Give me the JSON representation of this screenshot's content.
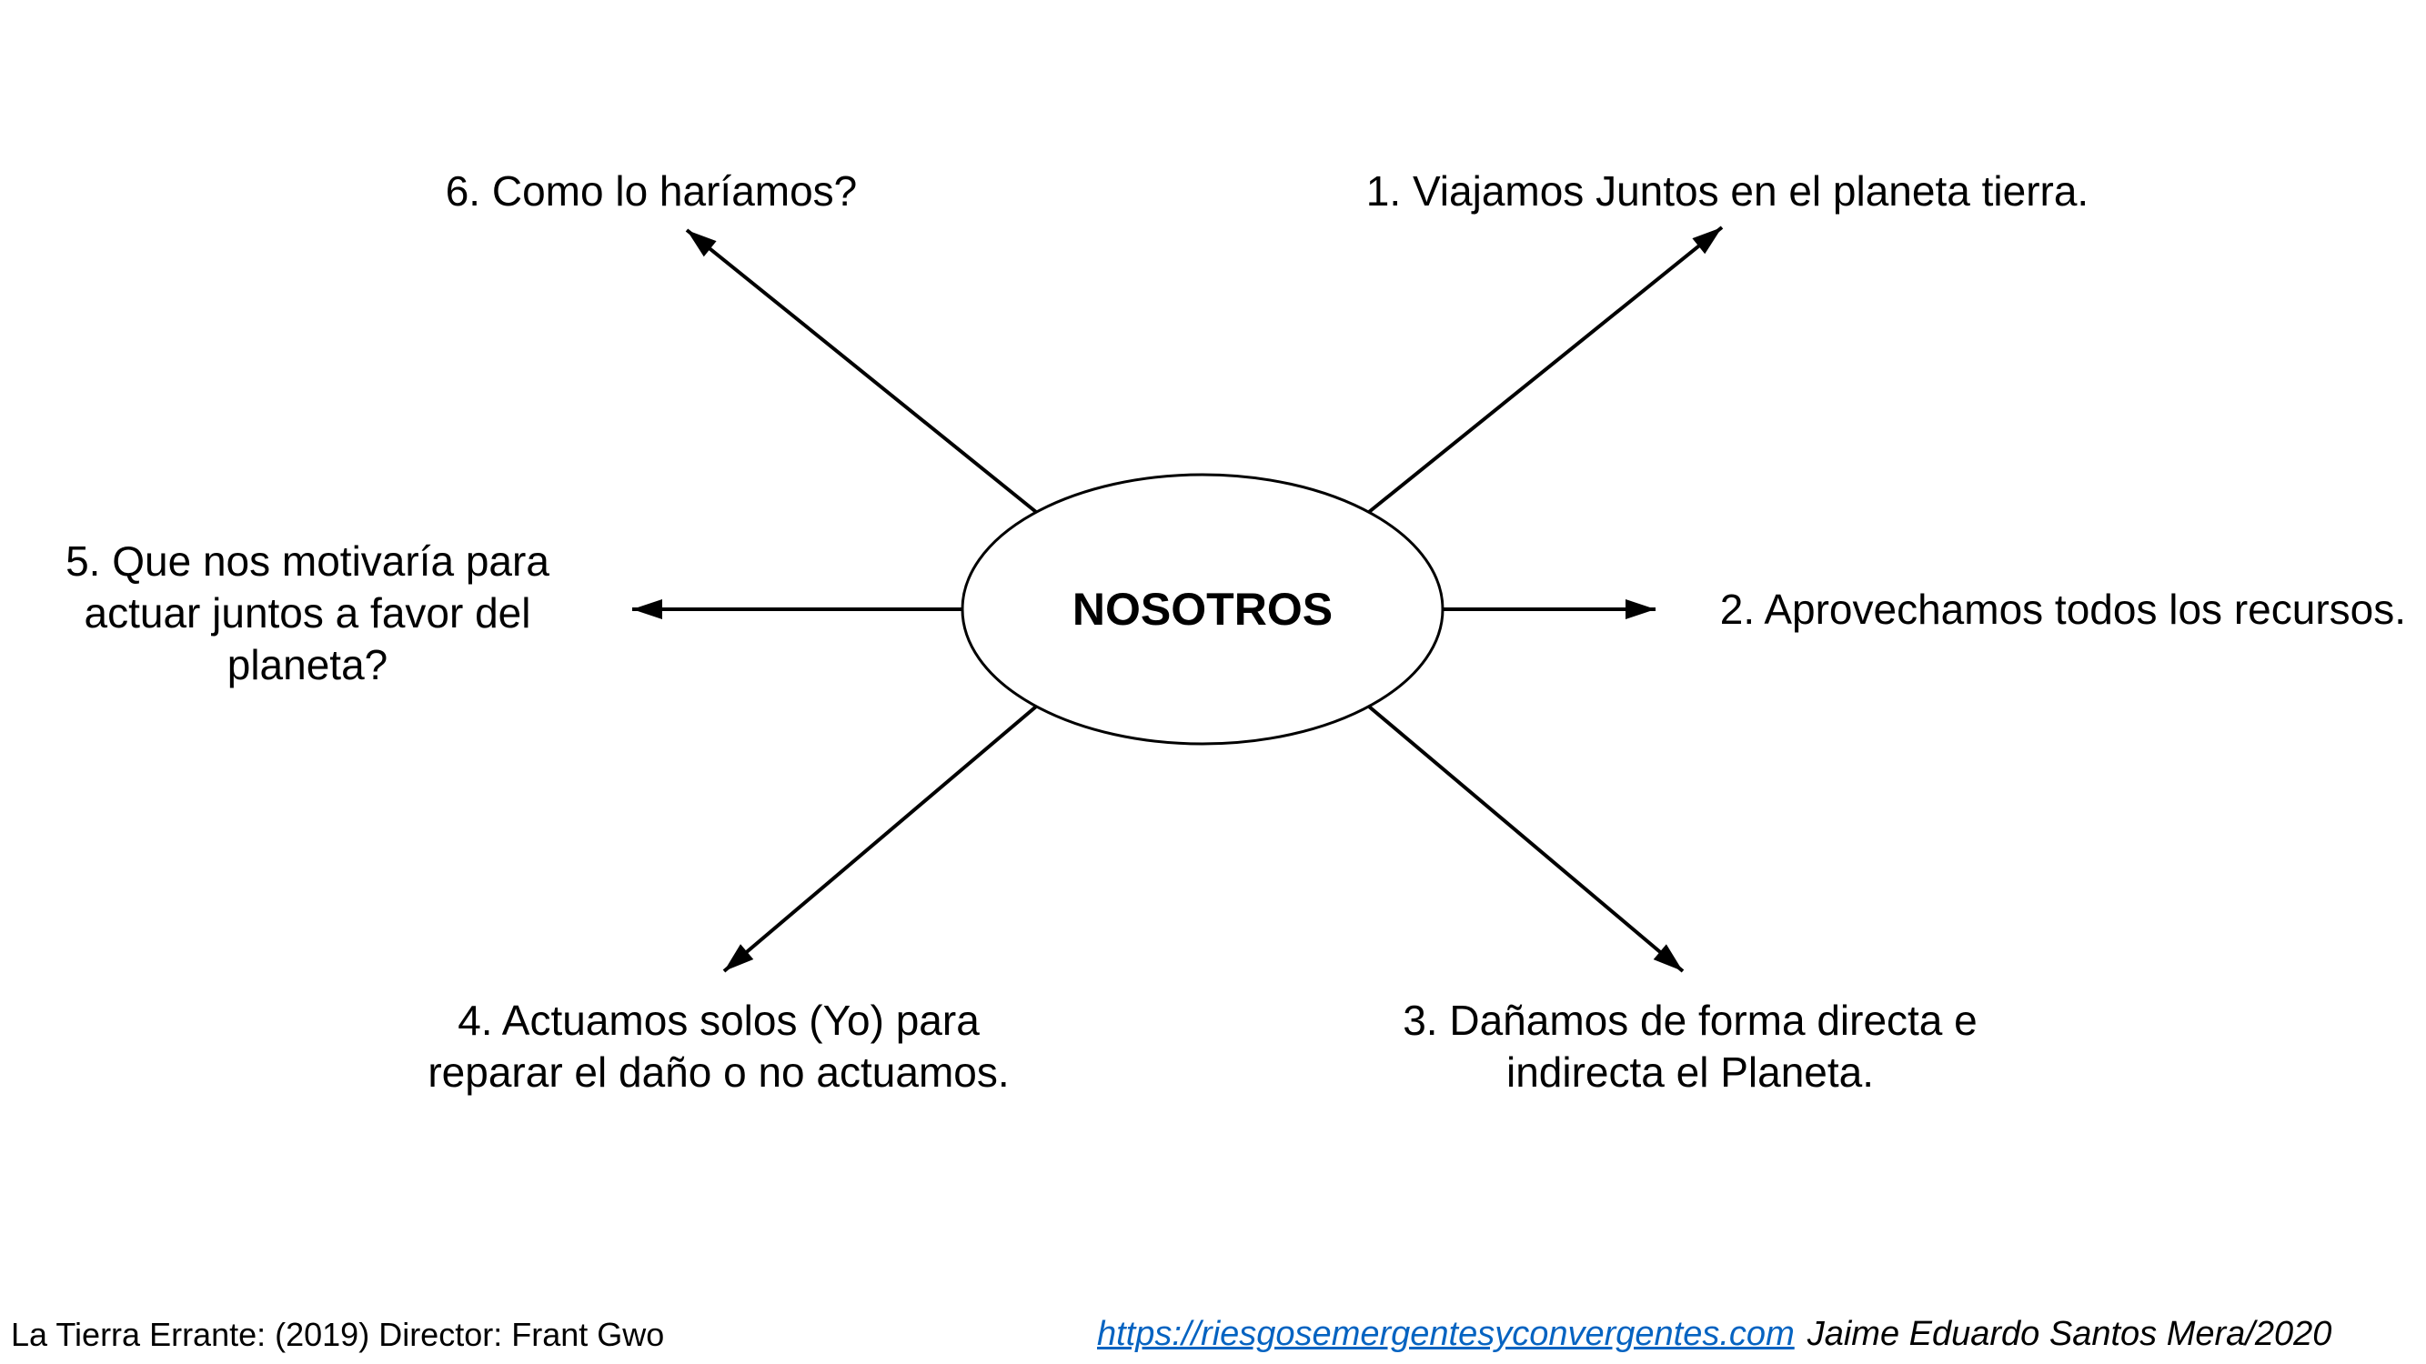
{
  "diagram": {
    "center_label": "NOSOTROS",
    "branches": [
      {
        "text": "1. Viajamos Juntos en el planeta tierra."
      },
      {
        "text": "2. Aprovechamos todos los recursos."
      },
      {
        "text": "3. Dañamos de forma directa e\nindirecta el Planeta."
      },
      {
        "text": "4. Actuamos solos (Yo) para\nreparar el daño o no actuamos."
      },
      {
        "text": "5. Que nos motivaría para\nactuar juntos a favor del\nplaneta?"
      },
      {
        "text": "6. Como lo haríamos?"
      }
    ],
    "colors": {
      "stroke": "#000000",
      "text": "#000000",
      "background": "#ffffff"
    }
  },
  "footer": {
    "movie_credit": "La Tierra Errante: (2019) Director: Frant Gwo",
    "website_link": "https://riesgosemergentesyconvergentes.com",
    "author_credit": "Jaime Eduardo Santos Mera/2020",
    "link_color": "#0563C1"
  }
}
